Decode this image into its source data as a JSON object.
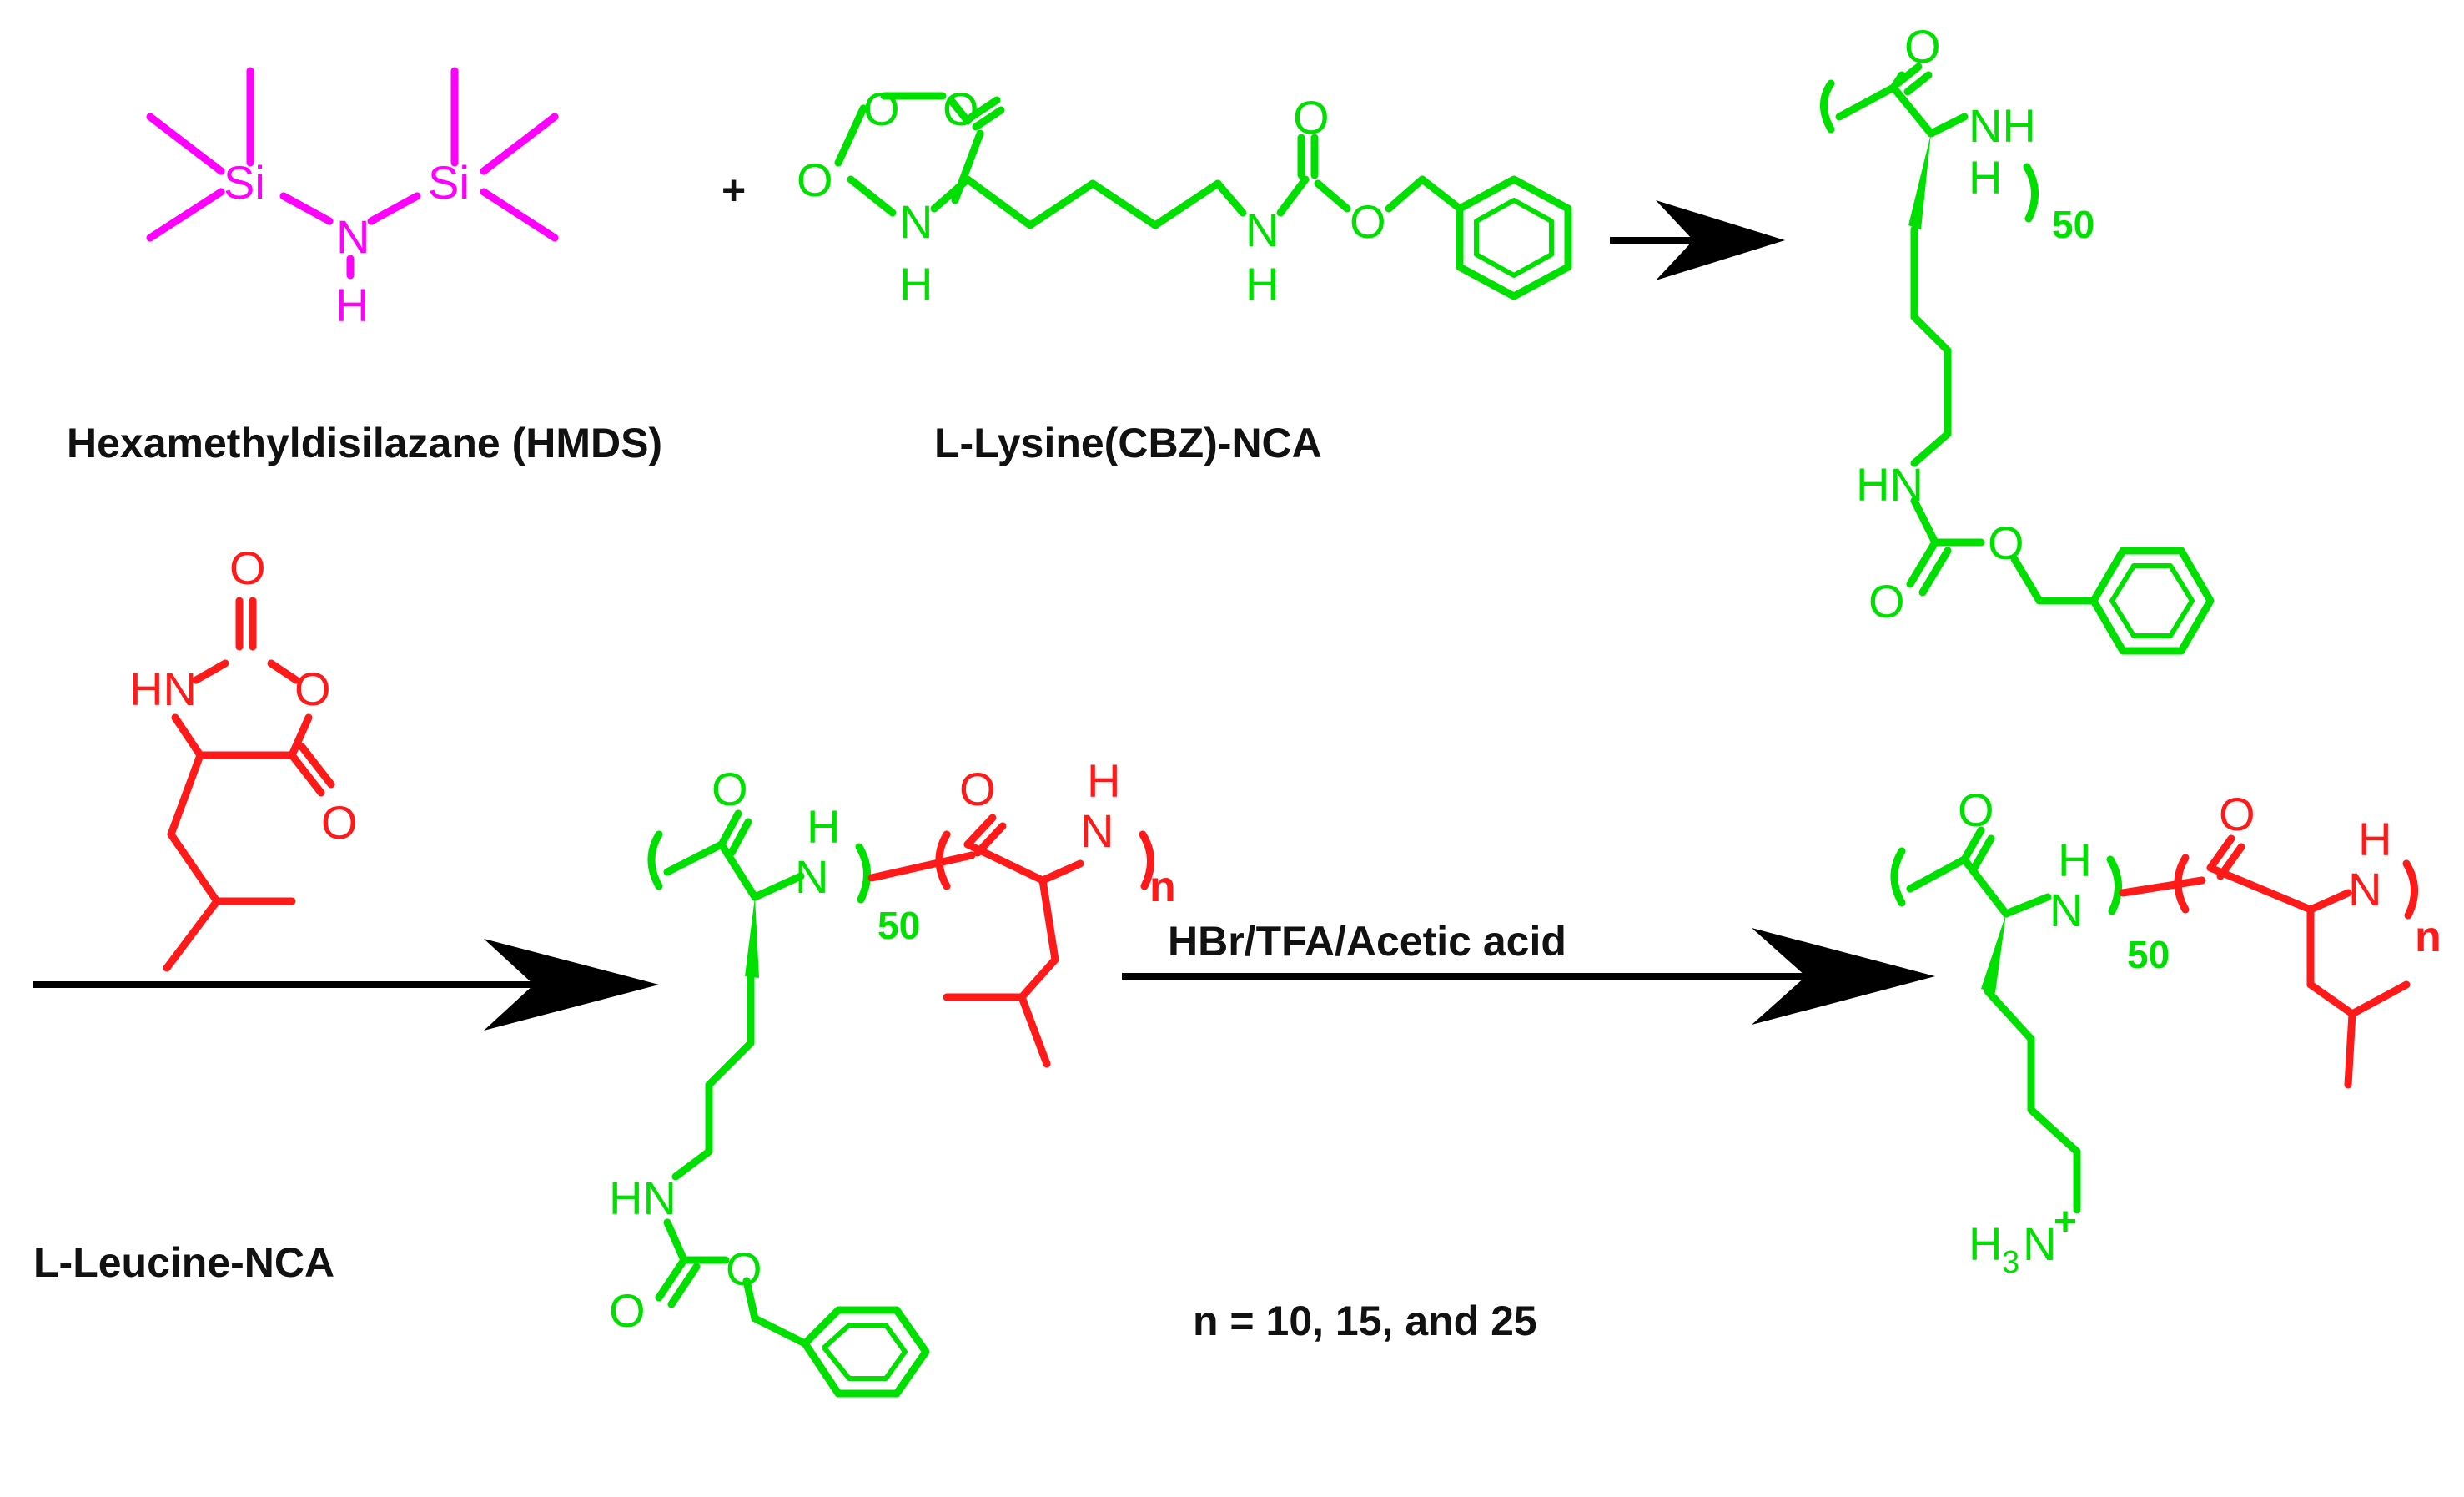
{
  "labels": {
    "hmds": "Hexamethyldisilazane (HMDS)",
    "lys_nca": "L-Lysine(CBZ)-NCA",
    "leu_nca": "L-Leucine-NCA",
    "plus": "+",
    "reagent": "HBr/TFA/Acetic acid",
    "n_values": "n = 10, 15, and 25"
  },
  "atoms": {
    "si": "Si",
    "n": "N",
    "h": "H",
    "o": "O",
    "nh": "NH",
    "hn": "HN",
    "h3": "H",
    "three": "3",
    "nplus": "N",
    "plus_sign": "+"
  },
  "subscripts": {
    "fifty": "50",
    "n": "n"
  },
  "colors": {
    "hmds": "#ff00ff",
    "lysine": "#00e000",
    "leucine": "#ff1a1a",
    "text": "#111111",
    "arrow": "#000000"
  }
}
